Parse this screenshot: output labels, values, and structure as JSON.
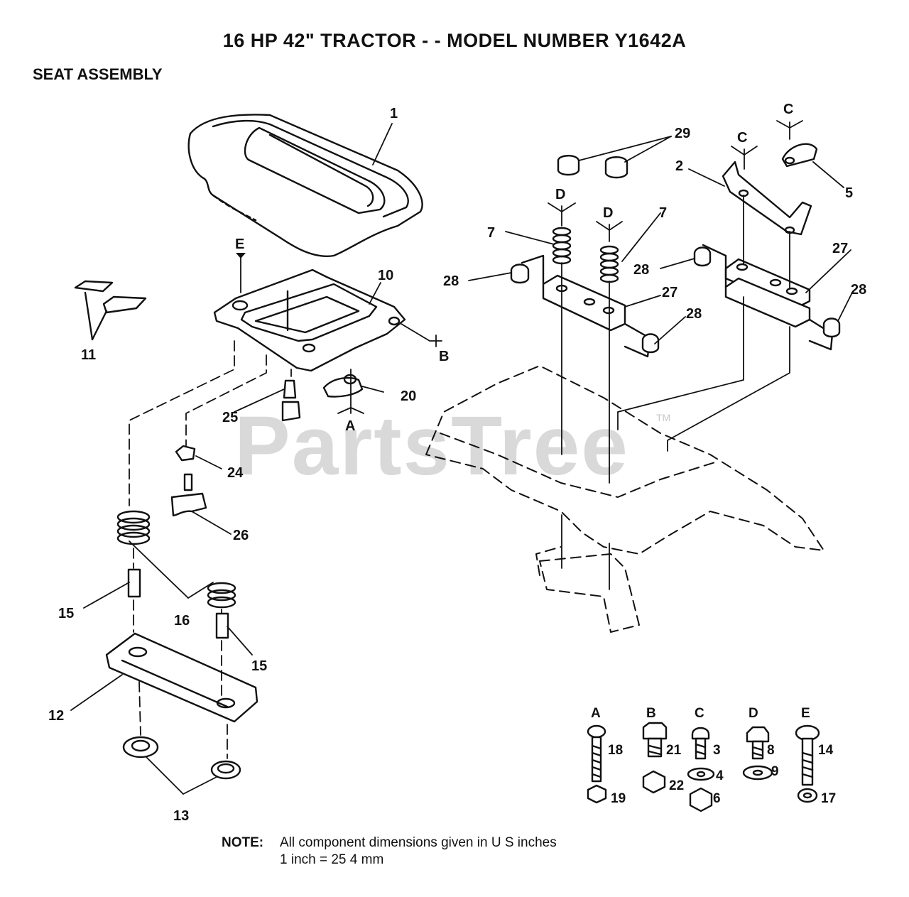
{
  "header": {
    "title": "16 HP 42\" TRACTOR - - MODEL NUMBER Y1642A",
    "subtitle": "SEAT ASSEMBLY"
  },
  "watermark": {
    "text": "PartsTree",
    "tm": "TM"
  },
  "callouts": {
    "c1": "1",
    "c2": "2",
    "c5": "5",
    "c7a": "7",
    "c7b": "7",
    "c10": "10",
    "c11": "11",
    "c12": "12",
    "c13": "13",
    "c15a": "15",
    "c15b": "15",
    "c16": "16",
    "c20": "20",
    "c24": "24",
    "c25": "25",
    "c26": "26",
    "c27a": "27",
    "c27b": "27",
    "c28a": "28",
    "c28b": "28",
    "c28c": "28",
    "c28d": "28",
    "c29": "29"
  },
  "letters": {
    "ca": "C",
    "cb": "C",
    "da": "D",
    "db": "D",
    "e": "E",
    "b": "B",
    "a": "A"
  },
  "hardware": {
    "A": {
      "letter": "A",
      "parts": [
        "18",
        "19"
      ]
    },
    "B": {
      "letter": "B",
      "parts": [
        "21",
        "22"
      ]
    },
    "C": {
      "letter": "C",
      "parts": [
        "3",
        "4",
        "6"
      ]
    },
    "D": {
      "letter": "D",
      "parts": [
        "8",
        "9"
      ]
    },
    "E": {
      "letter": "E",
      "parts": [
        "14",
        "17"
      ]
    }
  },
  "note": {
    "label": "NOTE:",
    "line1": "All component dimensions given in U S  inches",
    "line2": "1 inch = 25 4 mm"
  }
}
